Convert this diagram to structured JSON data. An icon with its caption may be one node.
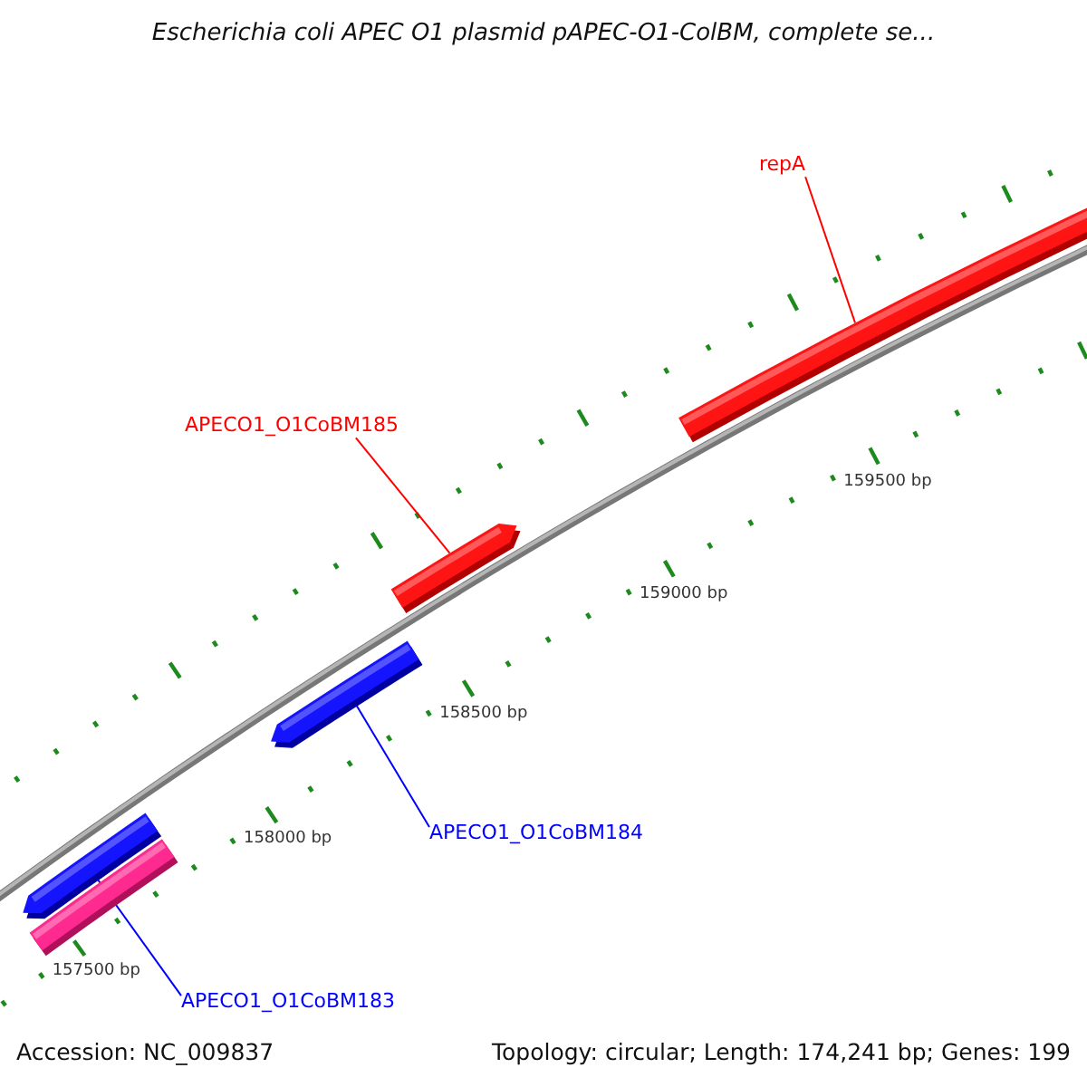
{
  "diagram": {
    "title": "Escherichia coli APEC O1 plasmid pAPEC-O1-ColBM, complete se...",
    "nodes": [
      {
        "text": [
          "repA"
        ]
      },
      {
        "text": [],
        "shape": "bar"
      },
      {
        "text": [
          "APECO1_O1CoBM185"
        ]
      },
      {
        "text": [],
        "shape": "bar"
      },
      {
        "text": [
          "APECO1_O1CoBM184"
        ]
      },
      {
        "text": [],
        "shape": "bar"
      },
      {
        "text": [
          "APECO1_O1CoBM183"
        ]
      },
      {
        "text": [],
        "shape": "bar"
      },
      {
        "text": [],
        "shape": "bar"
      }
    ],
    "edges": [
      {
        "from": 0,
        "to": 1,
        "arrow": "none",
        "color": "#ff0000"
      },
      {
        "from": 2,
        "to": 3,
        "arrow": "none",
        "color": "#ff0000"
      },
      {
        "from": 4,
        "to": 5,
        "arrow": "none",
        "color": "#0000ff"
      },
      {
        "from": 6,
        "to": 7,
        "arrow": "none",
        "color": "#0000ff"
      }
    ],
    "labels": [
      "159500 bp",
      "159000 bp",
      "158500 bp",
      "158000 bp",
      "157500 bp",
      "Accession: NC_009837",
      "Topology: circular; Length: 174,241 bp; Genes: 199"
    ]
  }
}
